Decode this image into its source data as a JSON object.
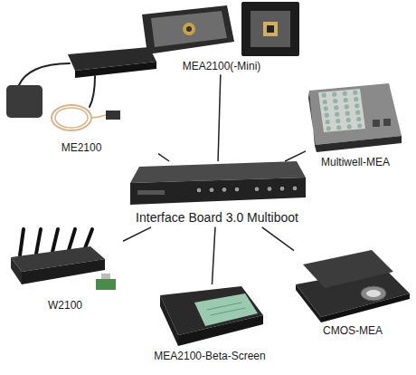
{
  "diagram": {
    "nodes": [
      {
        "text": [
          "Interface Board 3.0 Multiboot"
        ]
      },
      {
        "text": [
          "MEA2100(-Mini)"
        ]
      },
      {
        "text": [
          "Multiwell-MEA"
        ]
      },
      {
        "text": [
          "CMOS-MEA"
        ]
      },
      {
        "text": [
          "MEA2100-Beta-Screen"
        ]
      },
      {
        "text": [
          "W2100"
        ]
      },
      {
        "text": [
          "ME2100"
        ]
      }
    ],
    "edges": [
      {
        "from": 0,
        "to": 1,
        "arrow": "none"
      },
      {
        "from": 0,
        "to": 2,
        "arrow": "none"
      },
      {
        "from": 0,
        "to": 3,
        "arrow": "none"
      },
      {
        "from": 0,
        "to": 4,
        "arrow": "none"
      },
      {
        "from": 0,
        "to": 5,
        "arrow": "none"
      },
      {
        "from": 0,
        "to": 6,
        "arrow": "none"
      }
    ]
  }
}
